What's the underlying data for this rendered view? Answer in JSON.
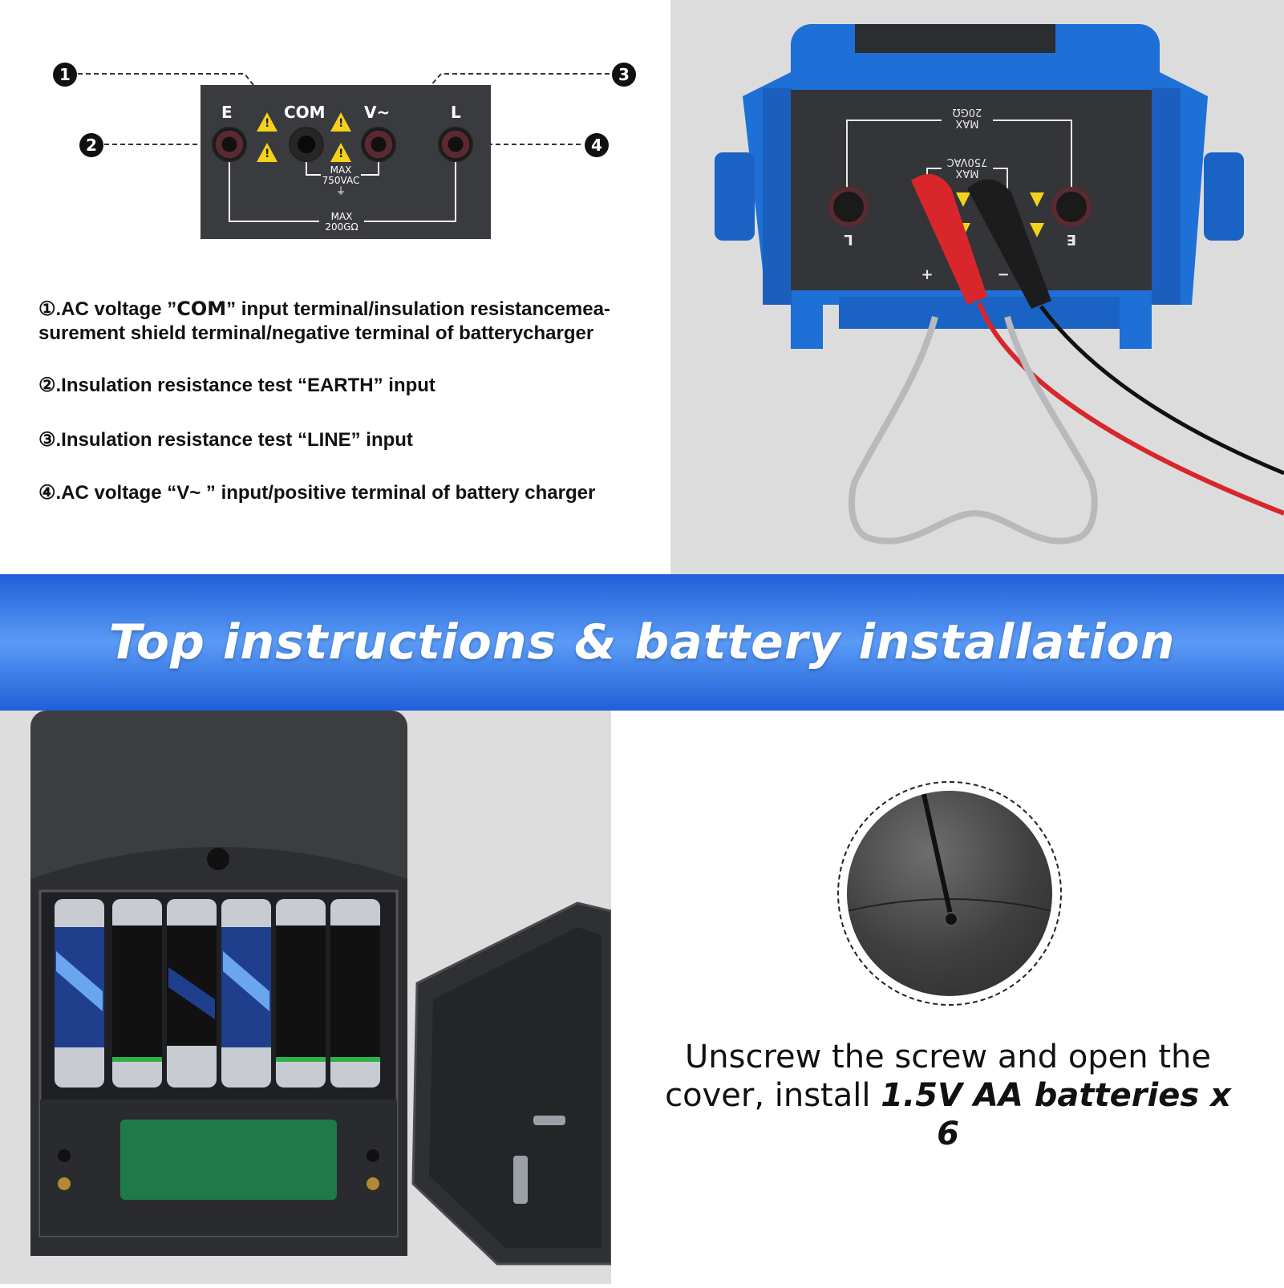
{
  "diagram": {
    "callouts": [
      "1",
      "2",
      "3",
      "4"
    ],
    "terminals": {
      "e": "E",
      "com": "COM",
      "v": "V~",
      "l": "L"
    },
    "notes": {
      "inner_max": "MAX",
      "inner_value": "750VAC",
      "ground": "⏚",
      "outer_max": "MAX",
      "outer_value": "200GΩ"
    }
  },
  "descriptions": [
    {
      "num": "①",
      "pre": ".AC voltage ”",
      "em": "COM",
      "post": "” input terminal/insulation resistancemea-surement shield terminal/negative terminal of batterycharger"
    },
    {
      "num": "②",
      "text": ".Insulation resistance test “EARTH” input"
    },
    {
      "num": "③",
      "text": ".Insulation resistance test “LINE” input"
    },
    {
      "num": "④",
      "text": ".AC voltage “V~ ” input/positive terminal of battery charger"
    }
  ],
  "photo_top": {
    "panel_labels": {
      "top_max": "MAX",
      "top_value": "20GΩ",
      "inner_max": "MAX",
      "inner_value": "750VAC",
      "l": "L",
      "e": "E",
      "plus": "+",
      "minus": "−"
    }
  },
  "banner": {
    "title": "Top instructions & battery installation"
  },
  "instruction": {
    "line1": "Unscrew the screw and open the cover, install ",
    "bold": "1.5V AA batteries x 6"
  },
  "colors": {
    "banner_blue": "#1f5fd8",
    "banner_light": "#5a9bf6",
    "meter_blue": "#1e6fd6",
    "lead_red": "#d8262a",
    "warning_yellow": "#f3d21b"
  }
}
